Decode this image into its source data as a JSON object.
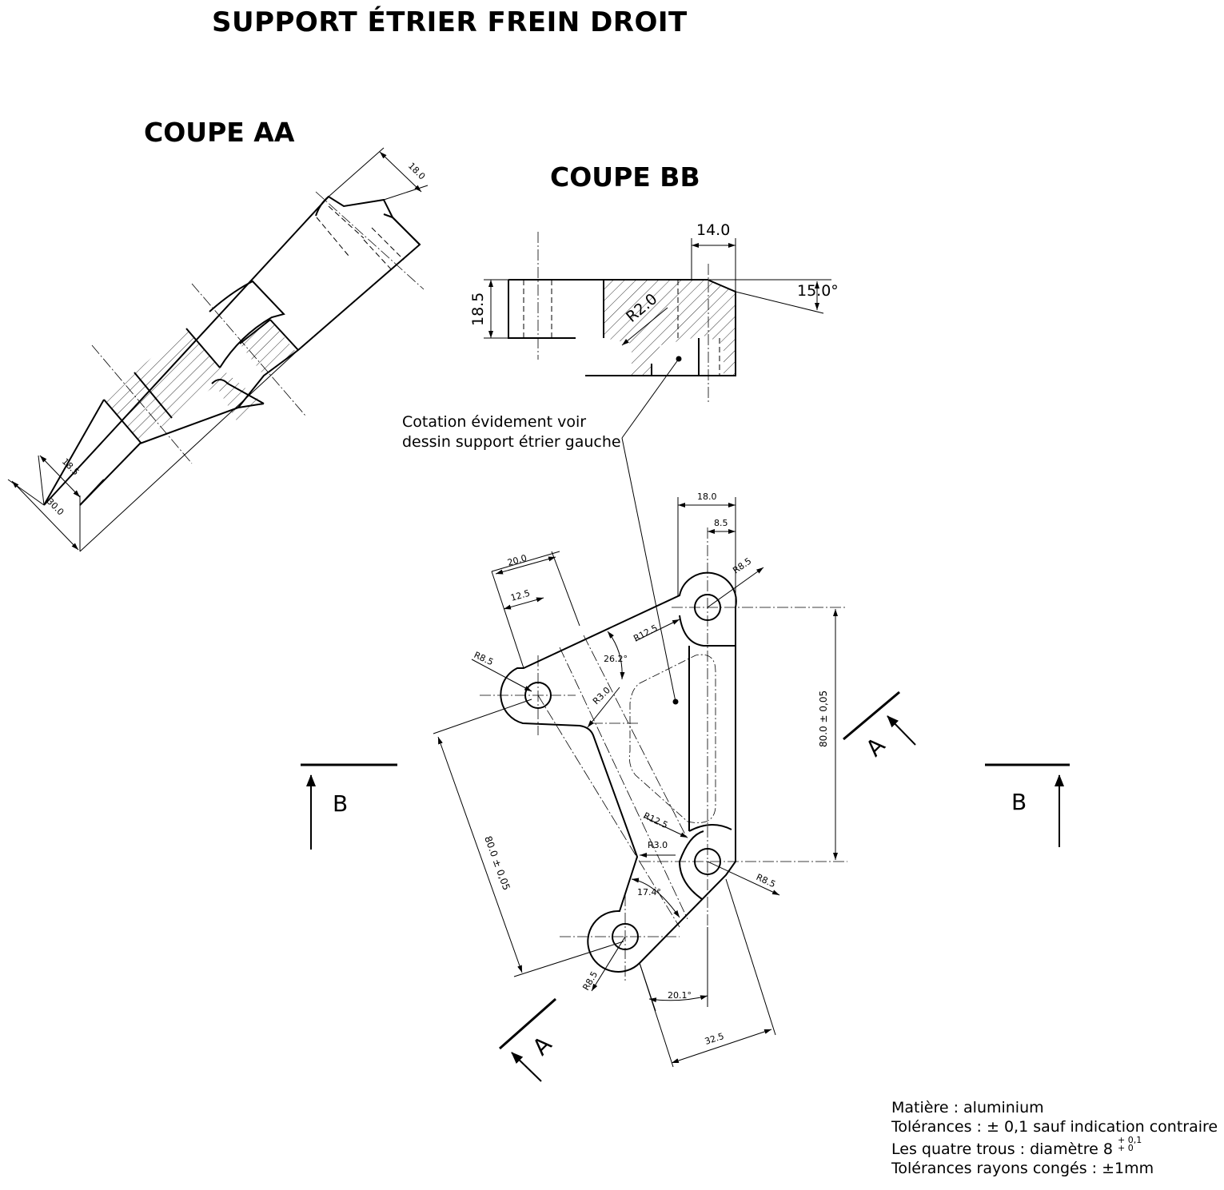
{
  "titles": {
    "main": "SUPPORT ÉTRIER FREIN DROIT",
    "section_aa": "COUPE AA",
    "section_bb": "COUPE BB"
  },
  "section_aa": {
    "dimensions": [
      "18.0",
      "18.5",
      "30.0"
    ]
  },
  "section_bb": {
    "dimensions": [
      "14.0",
      "18.5",
      "15.0°",
      "R2.0"
    ]
  },
  "callout": {
    "line1": "Cotation évidement voir",
    "line2": "dessin support étrier gauche"
  },
  "plan_view": {
    "dimensions": {
      "d18": "18.0",
      "d8_5_top": "8.5",
      "d20": "20.0",
      "d12_5": "12.5",
      "r8_5_top_right": "R8.5",
      "r12_5_top": "R12.5",
      "r8_5_left": "R8.5",
      "a26_2": "26.2°",
      "r3_0_upper": "R3.0",
      "d80_vertical": "80.0 ± 0,05",
      "d80_diagonal": "80.0 ± 0,05",
      "r12_5_bottom": "R12.5",
      "r3_0_lower": "R3.0",
      "r8_5_bottom_right": "R8.5",
      "a17_4": "17.4°",
      "r8_5_bottom": "R8.5",
      "a20_1": "20.1°",
      "d32_5": "32.5"
    },
    "section_markers": {
      "a": "A",
      "b": "B"
    }
  },
  "specifications": {
    "material": "Matière : aluminium",
    "tolerances_prefix": "Tolérances :",
    "tolerances_value": "± 0,1 sauf indication contraire",
    "holes_prefix": "Les quatre trous : diamètre 8",
    "holes_tol_upper": "+ 0,1",
    "holes_tol_lower": "+ 0",
    "fillets": "Tolérances rayons congés : ±1mm"
  }
}
